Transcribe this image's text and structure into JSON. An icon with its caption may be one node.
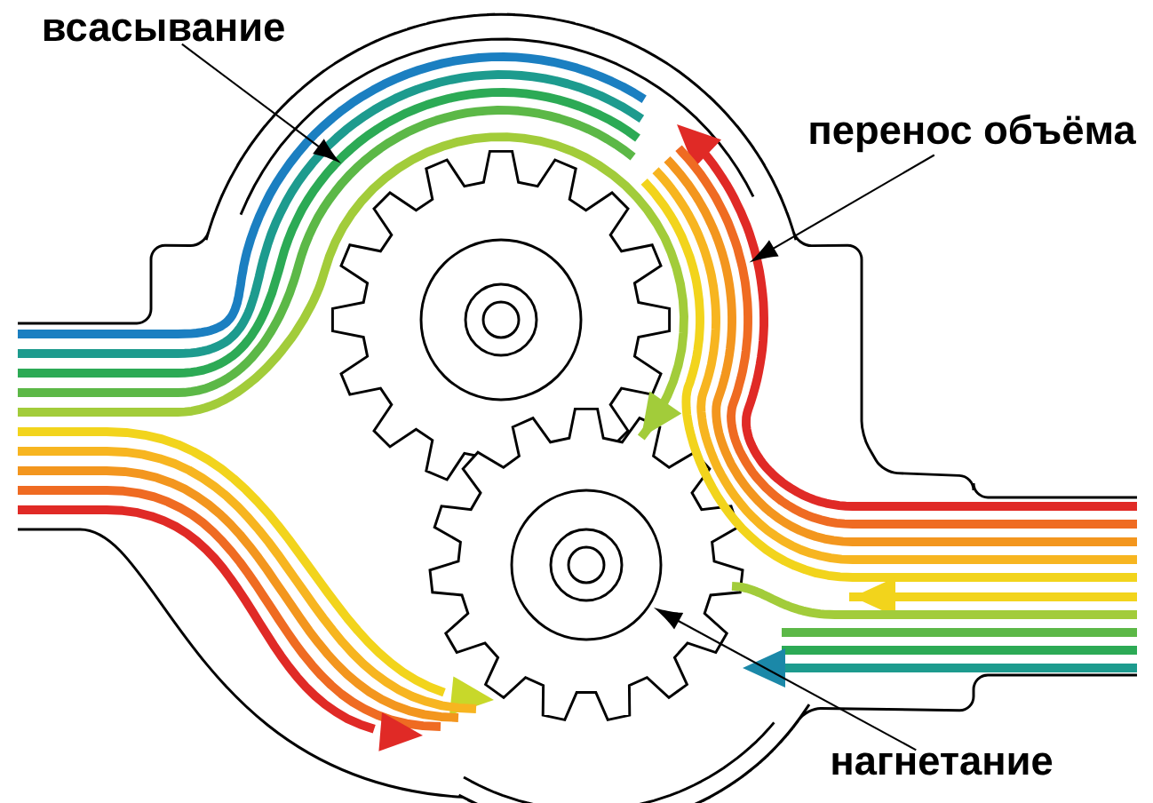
{
  "diagram": {
    "nodes": [
      {
        "text": [
          "всасывание"
        ]
      },
      {
        "text": [
          "перенос объёма"
        ]
      },
      {
        "text": [
          "нагнетание"
        ]
      }
    ],
    "edges": [
      {
        "from": 0,
        "to": null,
        "arrow": "to"
      },
      {
        "from": 1,
        "to": null,
        "arrow": "to"
      },
      {
        "from": 2,
        "to": null,
        "arrow": "to"
      }
    ]
  }
}
